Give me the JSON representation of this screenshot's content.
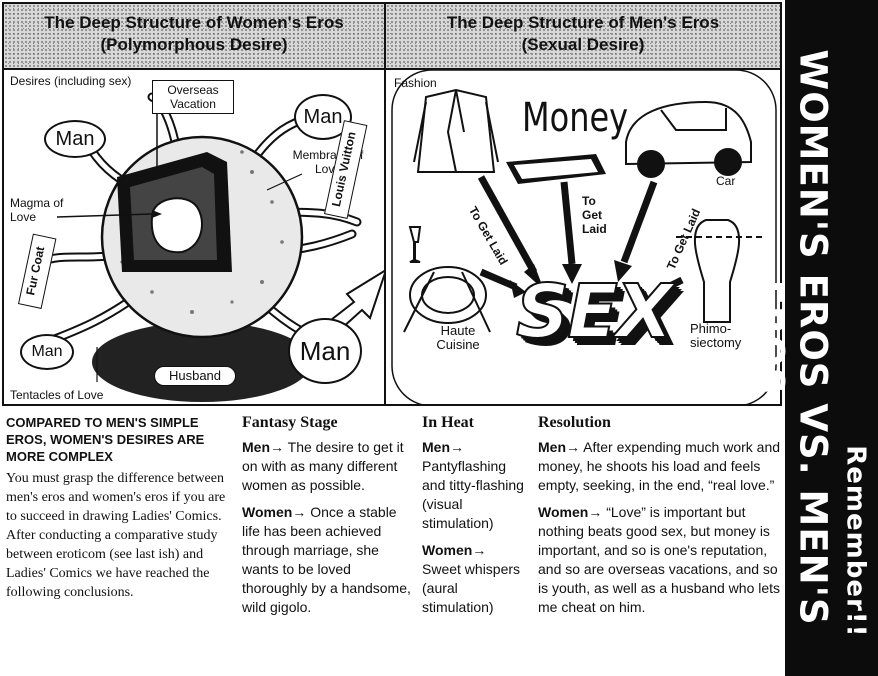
{
  "header_left": {
    "line1": "The Deep Structure of Women's Eros",
    "line2": "(Polymorphous Desire)"
  },
  "header_right": {
    "line1": "The Deep Structure of Men's Eros",
    "line2": "(Sexual Desire)"
  },
  "sidebar": {
    "remember": "Remember!!",
    "title": "WOMEN'S EROS VS. MEN'S EROS"
  },
  "left_labels": {
    "desires": "Desires (including sex)",
    "overseas": "Overseas Vacation",
    "man1": "Man",
    "man2": "Man",
    "man3": "Man",
    "man4": "Man",
    "membrane": "Membrane of Love",
    "magma": "Magma of Love",
    "louis": "Louis Vuitton",
    "fur": "Fur Coat",
    "husband": "Husband",
    "tentacles": "Tentacles of Love"
  },
  "right_labels": {
    "fashion": "Fashion",
    "money": "Money",
    "car": "Car",
    "laid1": "To Get Laid",
    "laid2": "To Get Laid",
    "laid3": "To Get Laid",
    "cuisine": "Haute Cuisine",
    "sex": "SEX",
    "phimo": "Phimo-siectomy"
  },
  "intro": {
    "heading": "COMPARED TO MEN'S SIMPLE EROS, WOMEN'S DESIRES ARE MORE COMPLEX",
    "body": "You must grasp the difference between men's eros and women's eros if you are to succeed in drawing Ladies' Comics. After conducting a comparative study between eroticom (see last ish) and Ladies' Comics we have reached the following conclusions."
  },
  "fantasy": {
    "heading": "Fantasy Stage",
    "men_label": "Men→",
    "men_text": "The desire to get it on with as many different women as possible.",
    "women_label": "Women→",
    "women_text": "Once a stable life has been achieved through marriage, she wants to be loved thoroughly by a handsome, wild gigolo."
  },
  "heat": {
    "heading": "In Heat",
    "men_label": "Men→",
    "men_text": "Pantyflashing and titty-flashing (visual stimulation)",
    "women_label": "Women→",
    "women_text": "Sweet whispers (aural stimulation)"
  },
  "resolution": {
    "heading": "Resolution",
    "men_label": "Men→",
    "men_text": "After expending much work and money, he shoots his load and feels empty, seeking, in the end, “real love.”",
    "women_label": "Women→",
    "women_text": "“Love” is important but nothing beats good sex, but money is important, and so is one's reputation, and so are overseas vacations, and so is youth, as well as a husband who lets me cheat on him."
  }
}
